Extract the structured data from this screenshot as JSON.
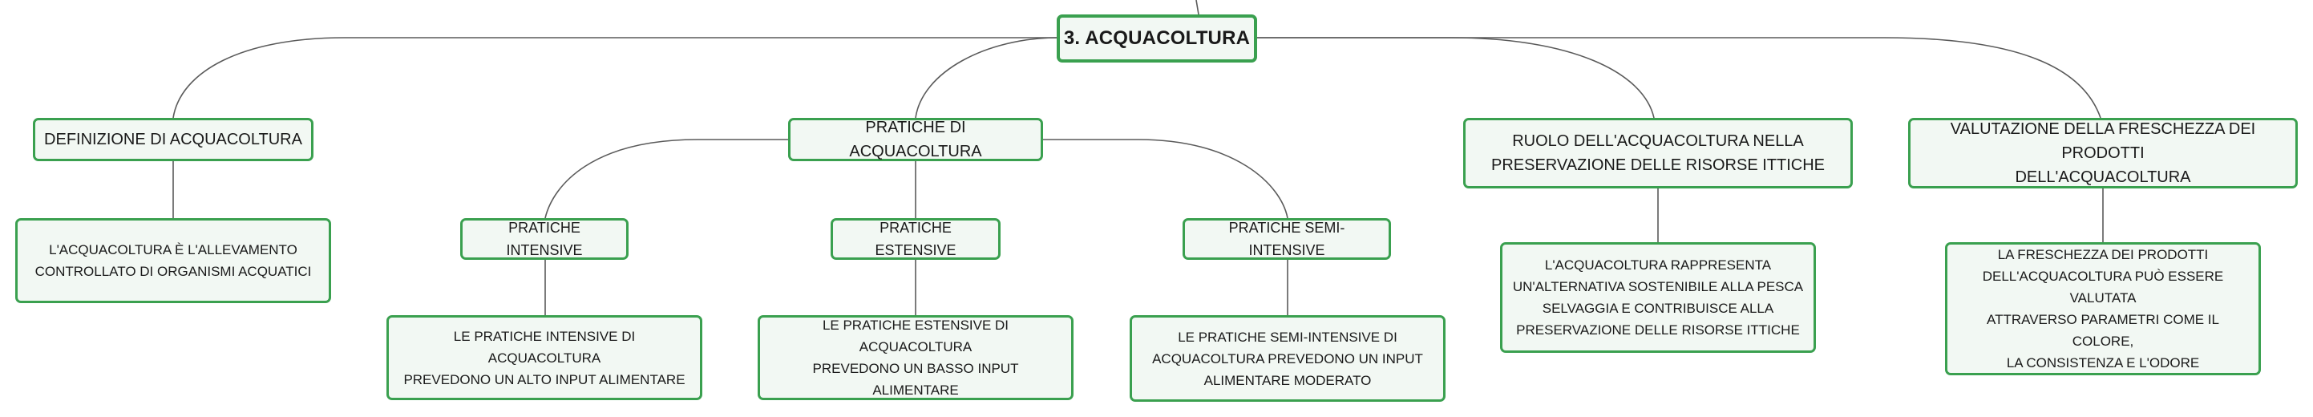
{
  "diagram": {
    "root": {
      "label": "3. ACQUACOLTURA"
    },
    "definizione": {
      "label": "DEFINIZIONE DI ACQUACOLTURA",
      "detail": "L'ACQUACOLTURA È L'ALLEVAMENTO\nCONTROLLATO DI ORGANISMI ACQUATICI"
    },
    "pratiche": {
      "label": "PRATICHE DI ACQUACOLTURA",
      "intensive": {
        "label": "PRATICHE INTENSIVE",
        "detail": "LE PRATICHE INTENSIVE DI ACQUACOLTURA\nPREVEDONO UN ALTO INPUT ALIMENTARE"
      },
      "estensive": {
        "label": "PRATICHE ESTENSIVE",
        "detail": "LE PRATICHE ESTENSIVE DI ACQUACOLTURA\nPREVEDONO UN BASSO INPUT ALIMENTARE"
      },
      "semi_intensive": {
        "label": "PRATICHE SEMI-INTENSIVE",
        "detail": "LE PRATICHE SEMI-INTENSIVE DI\nACQUACOLTURA PREVEDONO UN INPUT\nALIMENTARE MODERATO"
      }
    },
    "ruolo": {
      "label": "RUOLO DELL'ACQUACOLTURA NELLA\nPRESERVAZIONE DELLE RISORSE ITTICHE",
      "detail": "L'ACQUACOLTURA RAPPRESENTA\nUN'ALTERNATIVA SOSTENIBILE ALLA PESCA\nSELVAGGIA E CONTRIBUISCE ALLA\nPRESERVAZIONE DELLE RISORSE ITTICHE"
    },
    "valutazione": {
      "label": "VALUTAZIONE DELLA FRESCHEZZA DEI PRODOTTI\nDELL'ACQUACOLTURA",
      "detail": "LA FRESCHEZZA DEI PRODOTTI\nDELL'ACQUACOLTURA PUÒ ESSERE VALUTATA\nATTRAVERSO PARAMETRI COME IL COLORE,\nLA CONSISTENZA E L'ODORE"
    }
  },
  "colors": {
    "node_border": "#3aa04f",
    "node_fill": "#f2f8f3",
    "connector": "#5a5a5a",
    "text": "#1a1a1a"
  }
}
